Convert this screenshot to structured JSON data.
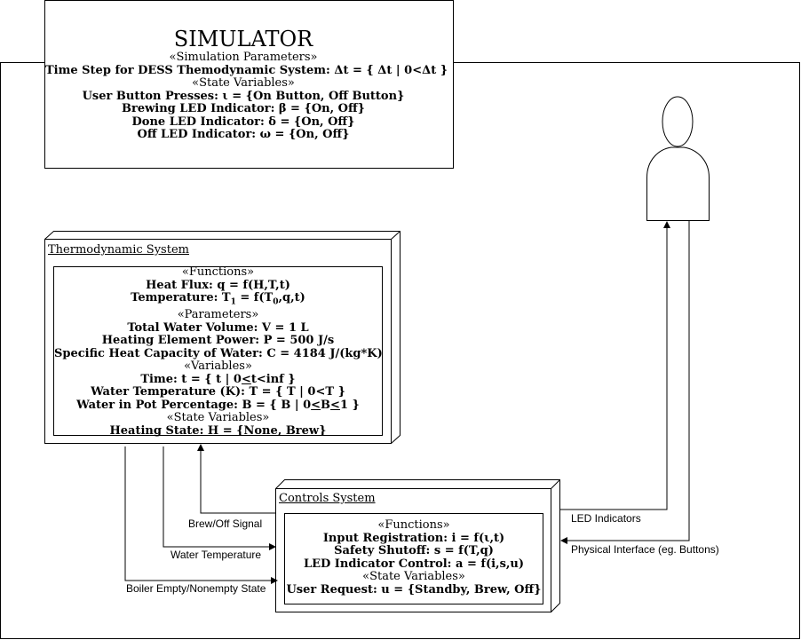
{
  "simulator": {
    "title": "SIMULATOR",
    "sim_params_stereotype": "«Simulation Parameters»",
    "time_step": "Time Step for DESS Themodynamic System: Δt = { Δt | 0<Δt }",
    "state_vars_stereotype": "«State Variables»",
    "user_presses": "User Button Presses: ι = {On Button, Off Button}",
    "brewing_led": "Brewing LED Indicator: β = {On, Off}",
    "done_led": "Done LED Indicator: δ = {On, Off}",
    "off_led": "Off LED Indicator: ω = {On, Off}"
  },
  "thermo": {
    "title": "Thermodynamic System",
    "functions_stereotype": "«Functions»",
    "heat_flux": "Heat Flux: q = f(H,T,t)",
    "temperature_prefix": "Temperature: T",
    "temperature_sub": "1",
    "temperature_mid": " = f(T",
    "temperature_sub2": "0",
    "temperature_suffix": ",q,t)",
    "parameters_stereotype": "«Parameters»",
    "water_volume": "Total Water Volume: V = 1 L",
    "heating_power": "Heating Element Power: P = 500 J/s",
    "specific_heat": "Specific Heat Capacity of Water: C = 4184 J/(kg*K)",
    "variables_stereotype": "«Variables»",
    "time_prefix": "Time: t = { t | 0",
    "time_le": "<",
    "time_suffix": "t<inf }",
    "water_temp": "Water Temperature (K): T = { T | 0<T }",
    "pot_prefix": "Water in Pot Percentage: B = { B | 0",
    "pot_le1": "<",
    "pot_mid": "B",
    "pot_le2": "<",
    "pot_suffix": "1 }",
    "state_vars_stereotype": "«State Variables»",
    "heating_state": "Heating State: H = {None, Brew}"
  },
  "controls": {
    "title": "Controls System",
    "functions_stereotype": "«Functions»",
    "input_registration": "Input Registration: i = f(ι,t)",
    "safety_shutoff": "Safety Shutoff: s = f(T,q)",
    "led_control": "LED Indicator Control: a = f(i,s,u)",
    "state_vars_stereotype": "«State Variables»",
    "user_request": "User Request: u = {Standby, Brew, Off}"
  },
  "edges": {
    "brew_off_signal": "Brew/Off Signal",
    "water_temperature": "Water Temperature",
    "boiler_state": "Boiler Empty/Nonempty State",
    "led_indicators": "LED Indicators",
    "physical_interface": "Physical Interface (eg. Buttons)"
  }
}
